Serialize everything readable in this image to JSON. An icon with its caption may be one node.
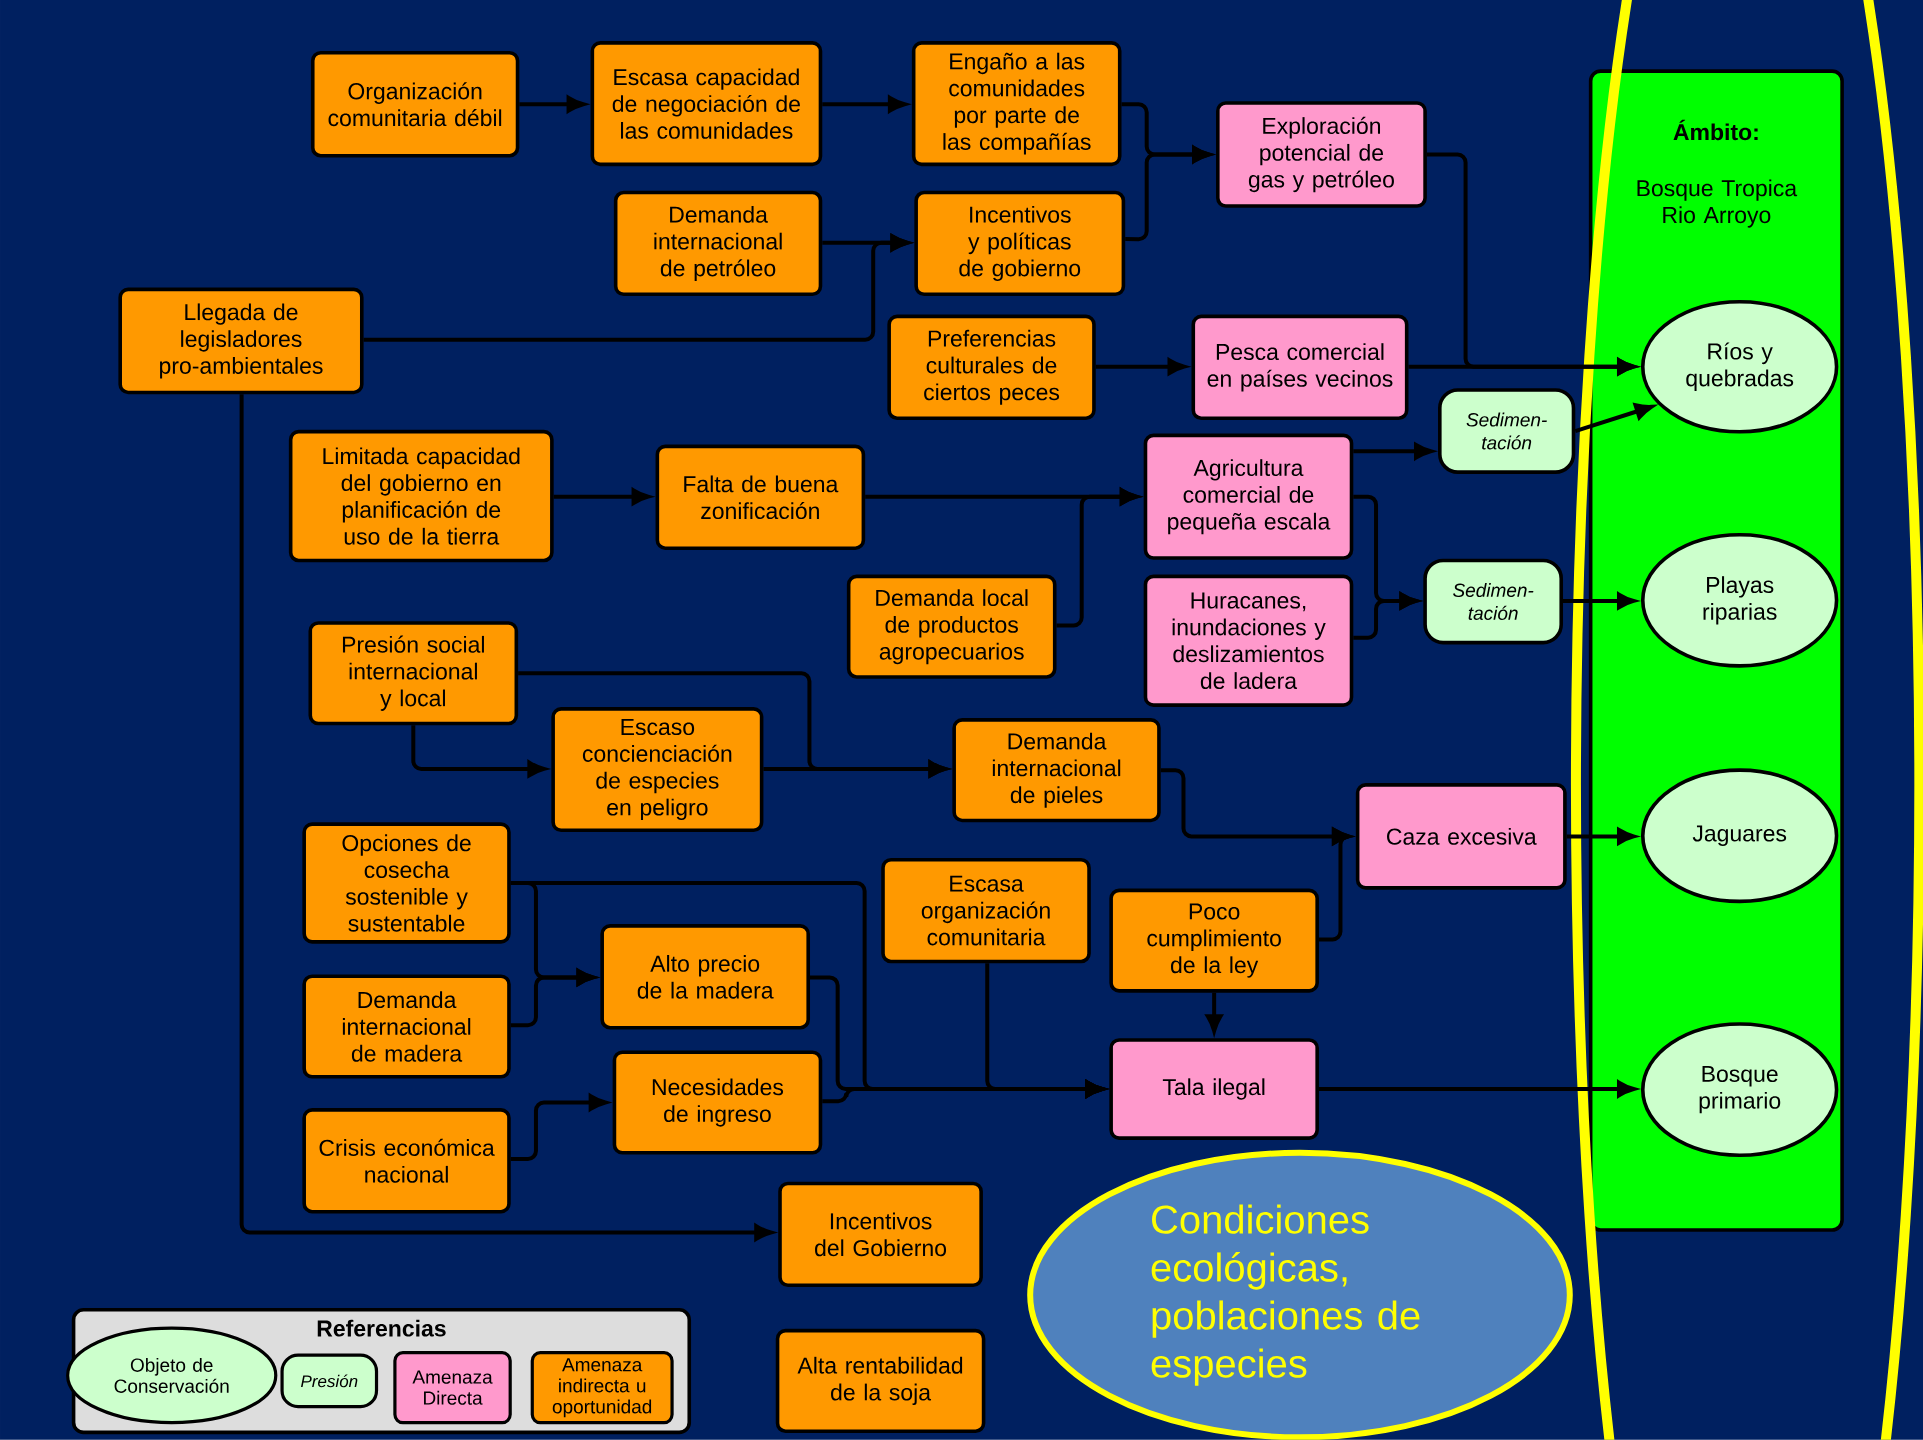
{
  "diagram": {
    "nodes": [
      {
        "text": [
          "Organización comunitaria débil"
        ]
      },
      {
        "text": [
          "Escasa capacidad de negociación de las comunidades"
        ]
      },
      {
        "text": [
          "Engaño a las comunidades por parte de las compañías"
        ]
      },
      {
        "text": [
          "Exploración potencial de gas y petróleo"
        ]
      },
      {
        "text": [
          "Demanda internacional de petróleo"
        ]
      },
      {
        "text": [
          "Incentivos y políticas de gobierno"
        ]
      },
      {
        "text": [
          "Llegada de legisladores pro-ambientales"
        ]
      },
      {
        "text": [
          "Preferencias culturales de ciertos peces"
        ]
      },
      {
        "text": [
          "Pesca comercial en países vecinos"
        ]
      },
      {
        "text": [
          "Limitada capacidad del gobierno en planificación de uso de la tierra"
        ]
      },
      {
        "text": [
          "Falta de buena zonificación"
        ]
      },
      {
        "text": [
          "Agricultura comercial de pequeña escala"
        ]
      },
      {
        "text": [
          "Demanda local de productos agropecuarios"
        ]
      },
      {
        "text": [
          "Huracanes, inundaciones y deslizamientos de ladera"
        ]
      },
      {
        "text": [
          "Presión social internacional y local"
        ]
      },
      {
        "text": [
          "Escaso concienciación de especies en peligro"
        ]
      },
      {
        "text": [
          "Demanda internacional de pieles"
        ]
      },
      {
        "text": [
          "Opciones de cosecha sostenible y sustentable"
        ]
      },
      {
        "text": [
          "Escasa organización comunitaria"
        ]
      },
      {
        "text": [
          "Poco cumplimiento de la ley"
        ]
      },
      {
        "text": [
          "Caza excesiva"
        ]
      },
      {
        "text": [
          "Alto precio de la madera"
        ]
      },
      {
        "text": [
          "Demanda internacional de madera"
        ]
      },
      {
        "text": [
          "Necesidades de ingreso"
        ]
      },
      {
        "text": [
          "Tala ilegal"
        ]
      },
      {
        "text": [
          "Crisis económica nacional"
        ]
      },
      {
        "text": [
          "Incentivos del Gobierno"
        ]
      },
      {
        "text": [
          "Alta rentabilidad de la soja"
        ]
      },
      {
        "text": [
          "Ámbito:",
          "Bosque Tropica Rio Arroyo"
        ]
      },
      {
        "text": [
          "Ríos y quebradas"
        ],
        "in": 28
      },
      {
        "text": [
          "Playas riparias"
        ],
        "in": 28
      },
      {
        "text": [
          "Jaguares"
        ],
        "in": 28
      },
      {
        "text": [
          "Bosque primario"
        ],
        "in": 28
      },
      {
        "text": [
          "Sedimen-tación"
        ]
      },
      {
        "text": [
          "Sedimen-tación"
        ]
      },
      {
        "text": [
          "Condiciones ecológicas, poblaciones de especies"
        ]
      }
    ],
    "edges": [
      {
        "from": 0,
        "to": 1,
        "arrow": "to"
      },
      {
        "from": 1,
        "to": 2,
        "arrow": "to"
      },
      {
        "from": 2,
        "to": 3,
        "arrow": "to"
      },
      {
        "from": 5,
        "to": 3,
        "arrow": "to"
      },
      {
        "from": 4,
        "to": 5,
        "arrow": "to"
      },
      {
        "from": 6,
        "to": 5,
        "arrow": "to"
      },
      {
        "from": 6,
        "to": 26,
        "arrow": "to"
      },
      {
        "from": 7,
        "to": 8,
        "arrow": "to"
      },
      {
        "from": 8,
        "to": 29,
        "arrow": "to"
      },
      {
        "from": 3,
        "to": 29,
        "arrow": "to"
      },
      {
        "from": 9,
        "to": 10,
        "arrow": "to"
      },
      {
        "from": 10,
        "to": 11,
        "arrow": "to"
      },
      {
        "from": 12,
        "to": 11,
        "arrow": "to"
      },
      {
        "from": 11,
        "to": 33,
        "arrow": "to"
      },
      {
        "from": 33,
        "to": 29,
        "arrow": "to"
      },
      {
        "from": 11,
        "to": 34,
        "arrow": "to"
      },
      {
        "from": 13,
        "to": 34,
        "arrow": "to"
      },
      {
        "from": 34,
        "to": 30,
        "arrow": "to"
      },
      {
        "from": 14,
        "to": 16,
        "arrow": "to"
      },
      {
        "from": 14,
        "to": 15,
        "arrow": "to"
      },
      {
        "from": 15,
        "to": 16,
        "arrow": "to"
      },
      {
        "from": 16,
        "to": 20,
        "arrow": "to"
      },
      {
        "from": 19,
        "to": 20,
        "arrow": "to"
      },
      {
        "from": 20,
        "to": 31,
        "arrow": "to"
      },
      {
        "from": 17,
        "to": 21,
        "arrow": "to"
      },
      {
        "from": 22,
        "to": 21,
        "arrow": "to"
      },
      {
        "from": 17,
        "to": 24,
        "arrow": "to"
      },
      {
        "from": 21,
        "to": 24,
        "arrow": "to"
      },
      {
        "from": 23,
        "to": 24,
        "arrow": "to"
      },
      {
        "from": 18,
        "to": 24,
        "arrow": "to"
      },
      {
        "from": 19,
        "to": 24,
        "arrow": "to"
      },
      {
        "from": 24,
        "to": 32,
        "arrow": "to"
      },
      {
        "from": 25,
        "to": 23,
        "arrow": "to"
      }
    ],
    "labels": [
      "Referencias"
    ],
    "legend": [
      {
        "text": "Objeto de Conservación",
        "color": "#ccffcc"
      },
      {
        "text": "Presión",
        "color": "#ccffcc"
      },
      {
        "text": "Amenaza Directa",
        "color": "#ff99cc"
      },
      {
        "text": "Amenaza indirecta u oportunidad",
        "color": "#ff9900"
      }
    ]
  }
}
